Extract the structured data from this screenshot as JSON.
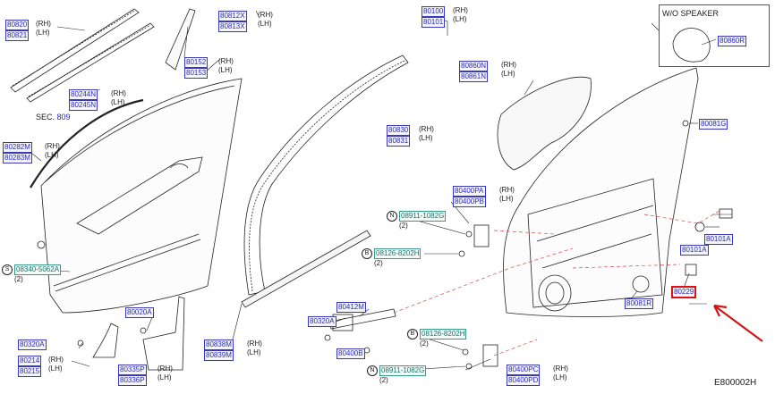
{
  "legend_rh": "(RH)",
  "legend_lh": "(LH)",
  "labels": {
    "p80820": "80820",
    "p80821": "80821",
    "p80812X": "80812X",
    "p80813X": "80813X",
    "p80100": "80100",
    "p80101": "80101",
    "p80244N": "80244N",
    "p80245N": "80245N",
    "sec": "SEC.",
    "sec_num": "809",
    "p80152": "80152",
    "p80153": "80153",
    "p80860N": "80860N",
    "p80861N": "80861N",
    "wo_speaker": "W/O   SPEAKER",
    "p80860R": "80860R",
    "p80081G": "80081G",
    "p80282M": "80282M",
    "p80283M": "80283M",
    "p80830": "80830",
    "p80831": "80831",
    "p80400PA": "80400PA",
    "p80400PB": "80400PB",
    "n08911_top": "08911-1082G",
    "qty2_a": "(2)",
    "b08126_top": "08126-8202H",
    "qty2_b": "(2)",
    "s08340": "08340-5062A",
    "qty2_c": "(2)",
    "p80101A_a": "80101A",
    "p80101A_b": "80101A",
    "p80412M": "80412M",
    "p80320A_mid": "80320A",
    "b08126_bot": "08126-8202H",
    "qty2_d": "(2)",
    "p80400B": "80400B",
    "p80081R": "80081R",
    "p80229": "80229",
    "p80020A": "80020A",
    "p80320A_left": "80320A",
    "p80214": "80214",
    "p80215": "80215",
    "p80335P": "80335P",
    "p80336P": "80336P",
    "p80838M": "80838M",
    "p80839M": "80839M",
    "n08911_bot": "08911-1082G",
    "qty2_e": "(2)",
    "p80400PC": "80400PC",
    "p80400PD": "80400PD",
    "diagram_code": "E800002H",
    "circle_n": "N",
    "circle_b": "B",
    "circle_s": "S"
  }
}
